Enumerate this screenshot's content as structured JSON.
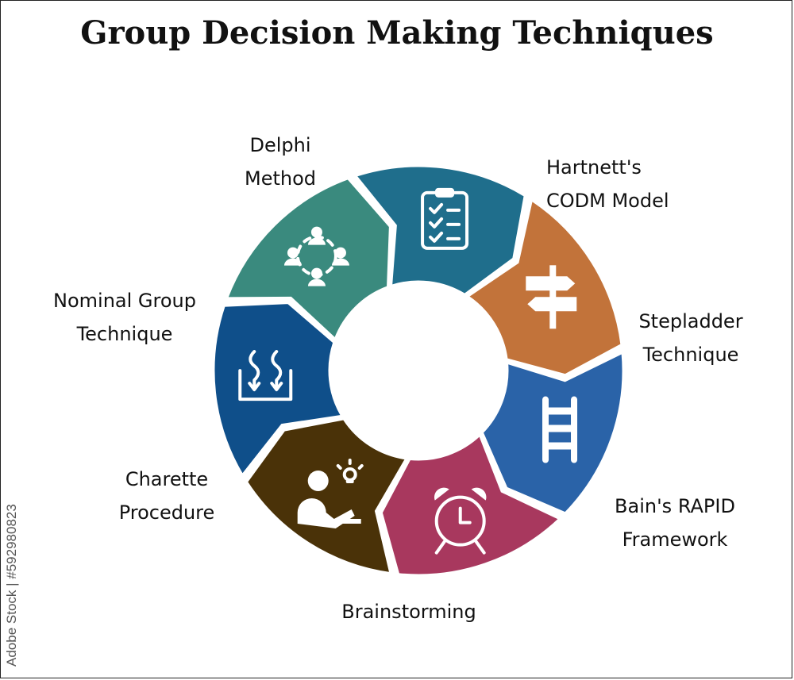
{
  "title": "Group Decision Making Techniques",
  "segments": [
    {
      "id": "delphi",
      "lines": [
        "Delphi",
        "Method"
      ],
      "color": "#1f6e8c",
      "icon": "checklist-clipboard-icon"
    },
    {
      "id": "hartnett",
      "lines": [
        "Hartnett's",
        "CODM Model"
      ],
      "color": "#c2733a",
      "icon": "signpost-icon"
    },
    {
      "id": "stepladder",
      "lines": [
        "Stepladder",
        "Technique"
      ],
      "color": "#2a63a8",
      "icon": "ladder-icon"
    },
    {
      "id": "bain",
      "lines": [
        "Bain's RAPID",
        "Framework"
      ],
      "color": "#a8385e",
      "icon": "alarm-clock-icon"
    },
    {
      "id": "brainstorming",
      "lines": [
        "Brainstorming"
      ],
      "color": "#4a3208",
      "icon": "person-lightbulb-icon"
    },
    {
      "id": "charette",
      "lines": [
        "Charette",
        "Procedure"
      ],
      "color": "#0f4f8a",
      "icon": "converging-arrows-icon"
    },
    {
      "id": "nominal",
      "lines": [
        "Nominal Group",
        "Technique"
      ],
      "color": "#3a8a7e",
      "icon": "group-circle-icon"
    }
  ],
  "watermark": "Adobe Stock | #592980823"
}
